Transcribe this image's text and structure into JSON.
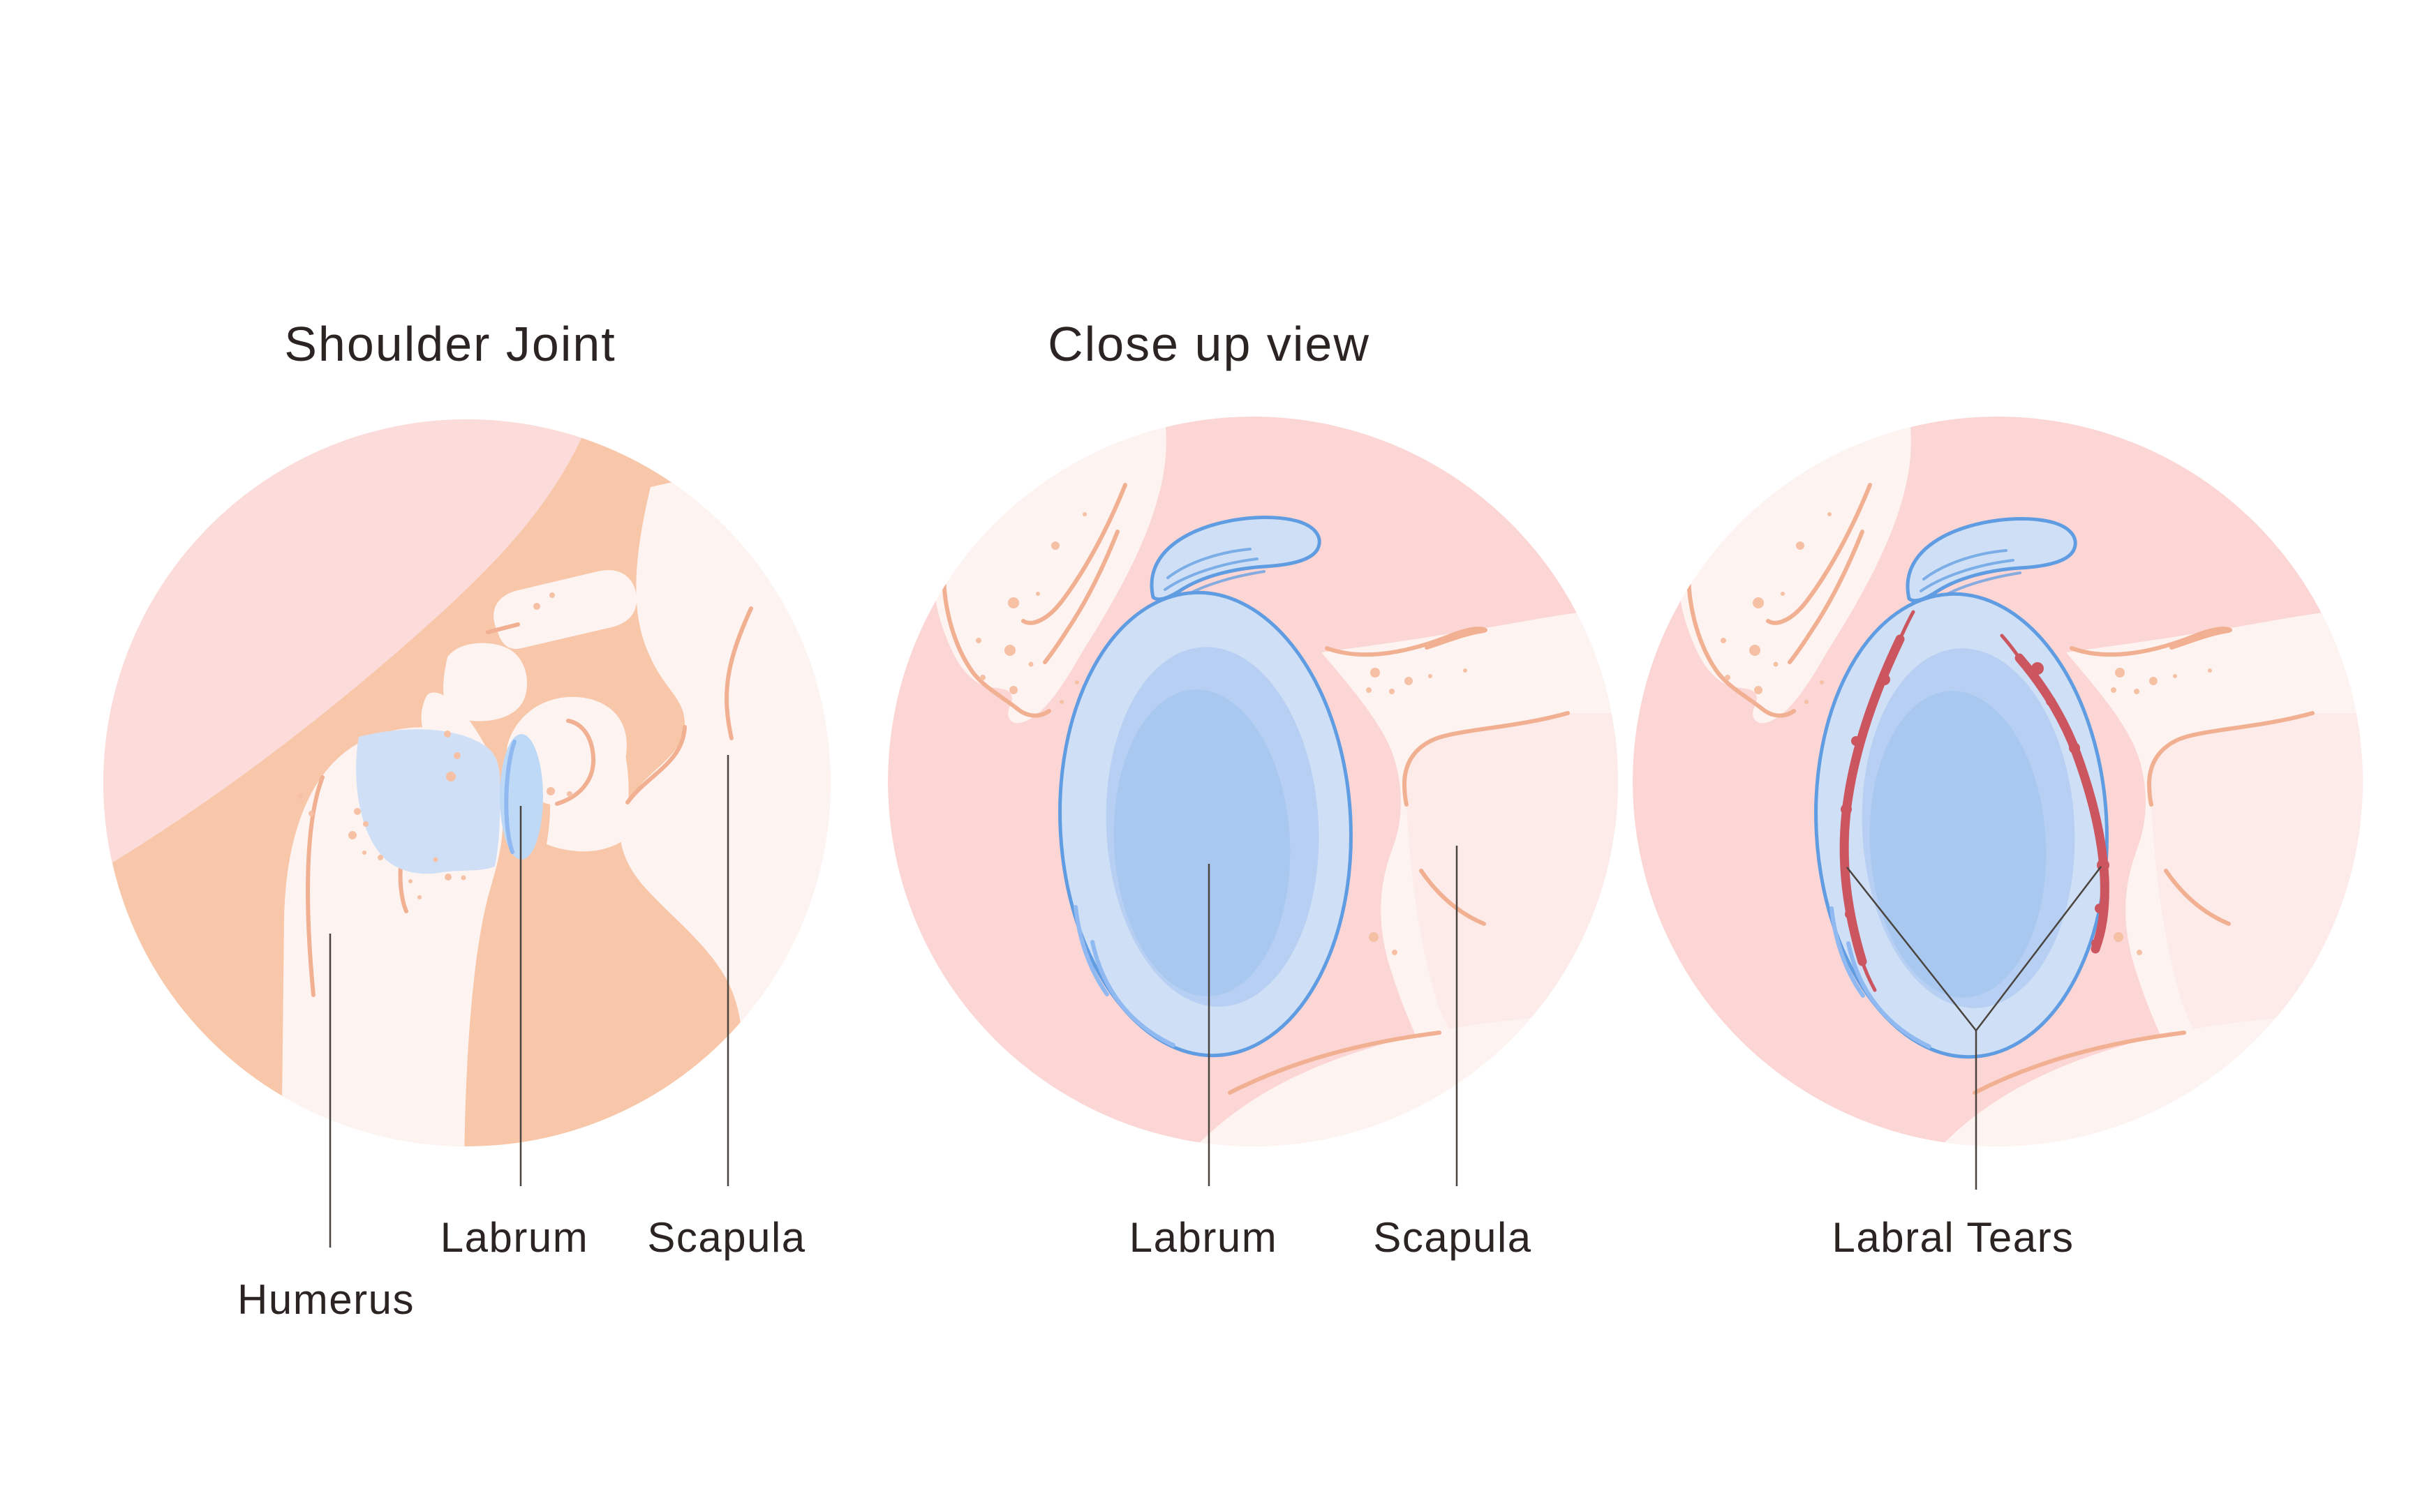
{
  "palette": {
    "background": "#ffffff",
    "peach": "#f8c7a9",
    "pink": "#fcd6d5",
    "pink_soft": "#fcdcda",
    "bone": "#fdf4f2",
    "bone_blush": "#fcebe8",
    "bone_stroke": "#f2b092",
    "freckle": "#f6c0a4",
    "blue_light": "#cfe0f6",
    "blue_mid": "#b7cff2",
    "blue_deep": "#a9c8f0",
    "blue_egg": "#bed9f6",
    "blue_stroke": "#5f9ce2",
    "blue_detail": "#8fb9f0",
    "red": "#cb5660",
    "text": "#2b2422",
    "leader": "#4a443f"
  },
  "titles": {
    "shoulder_joint": "Shoulder Joint",
    "close_up": "Close up view"
  },
  "labels": {
    "humerus": "Humerus",
    "labrum_1": "Labrum",
    "scapula_1": "Scapula",
    "labrum_2": "Labrum",
    "scapula_2": "Scapula",
    "labral_tears": "Labral Tears"
  }
}
